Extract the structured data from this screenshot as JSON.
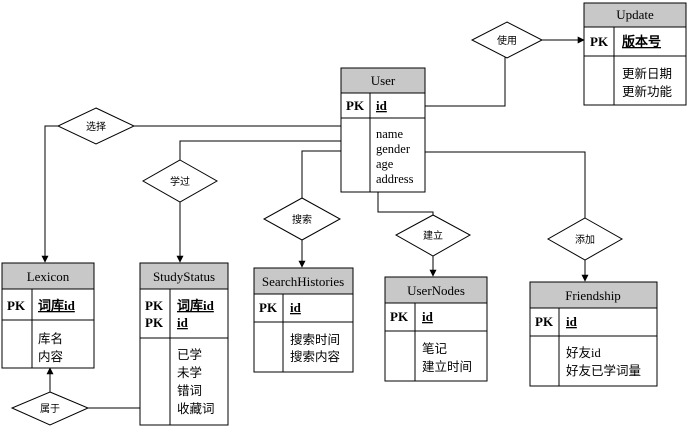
{
  "entities": {
    "update": {
      "name": "Update",
      "pk": [
        "PK"
      ],
      "keys": [
        "版本号"
      ],
      "attrs": [
        "更新日期",
        "更新功能"
      ]
    },
    "user": {
      "name": "User",
      "pk": [
        "PK"
      ],
      "keys": [
        "id"
      ],
      "attrs": [
        "name",
        "gender",
        "age",
        "address"
      ]
    },
    "lexicon": {
      "name": "Lexicon",
      "pk": [
        "PK"
      ],
      "keys": [
        "词库id"
      ],
      "attrs": [
        "库名",
        "内容"
      ]
    },
    "study": {
      "name": "StudyStatus",
      "pk": [
        "PK",
        "PK"
      ],
      "keys": [
        "词库id",
        "id"
      ],
      "attrs": [
        "已学",
        "未学",
        "错词",
        "收藏词"
      ]
    },
    "search": {
      "name": "SearchHistories",
      "pk": [
        "PK"
      ],
      "keys": [
        "id"
      ],
      "attrs": [
        "搜索时间",
        "搜索内容"
      ]
    },
    "usernodes": {
      "name": "UserNodes",
      "pk": [
        "PK"
      ],
      "keys": [
        "id"
      ],
      "attrs": [
        "笔记",
        "建立时间"
      ]
    },
    "friendship": {
      "name": "Friendship",
      "pk": [
        "PK"
      ],
      "keys": [
        "id"
      ],
      "attrs": [
        "好友id",
        "好友已学词量"
      ]
    }
  },
  "relations": {
    "use": "使用",
    "choose": "选择",
    "learn": "学过",
    "search": "搜索",
    "build": "建立",
    "add": "添加",
    "belong": "属于"
  }
}
